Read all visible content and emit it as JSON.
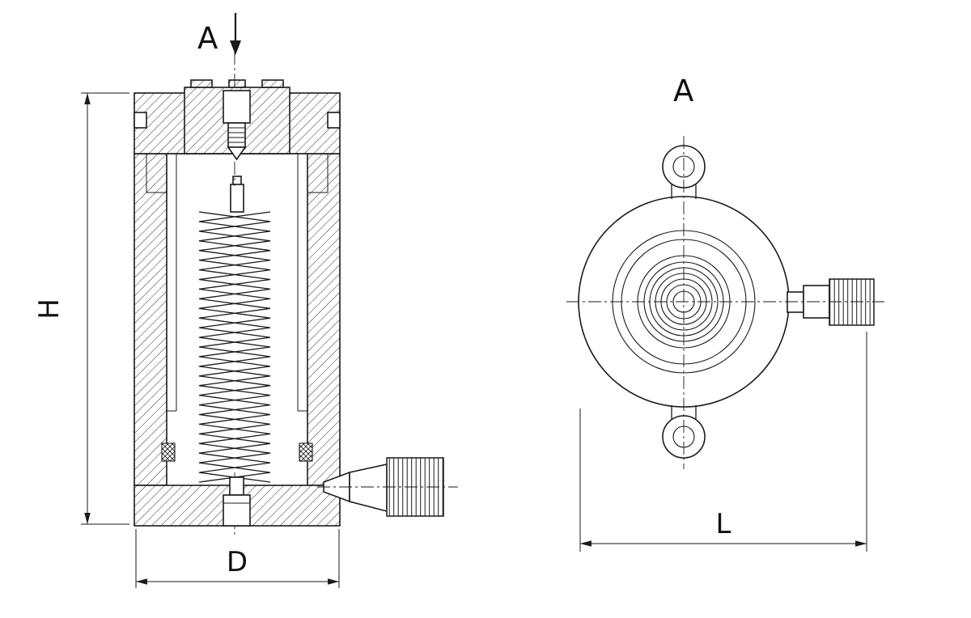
{
  "drawing": {
    "section_label": "A",
    "view_label": "A",
    "dim_height": "H",
    "dim_diameter": "D",
    "dim_length": "L"
  },
  "colors": {
    "line": "#1a1a1a",
    "background": "#ffffff"
  }
}
